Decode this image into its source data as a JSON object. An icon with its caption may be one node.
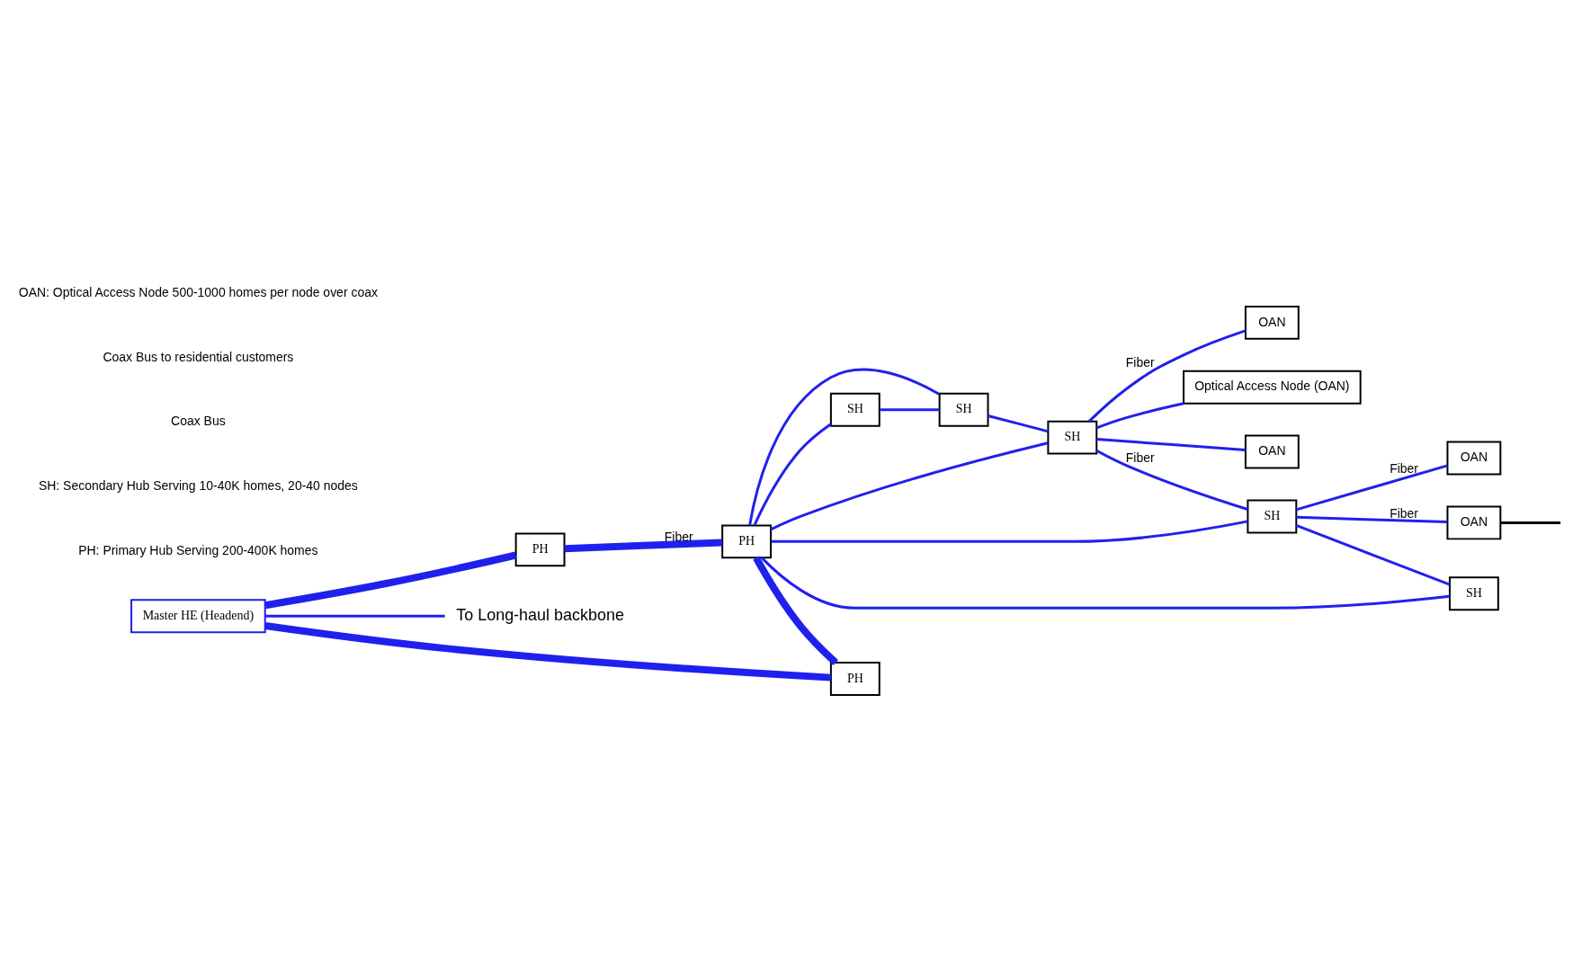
{
  "diagram": {
    "nodes": [
      {
        "text": [
          "Master HE (Headend)"
        ]
      },
      {
        "text": [
          "PH"
        ]
      },
      {
        "text": [
          "PH"
        ]
      },
      {
        "text": [
          "PH"
        ]
      },
      {
        "text": [
          "SH"
        ]
      },
      {
        "text": [
          "SH"
        ]
      },
      {
        "text": [
          "SH"
        ]
      },
      {
        "text": [
          "SH"
        ]
      },
      {
        "text": [
          "SH"
        ]
      },
      {
        "text": [
          "Optical Access Node (OAN)"
        ]
      },
      {
        "text": [
          "OAN"
        ]
      },
      {
        "text": [
          "OAN"
        ]
      },
      {
        "text": [
          "OAN"
        ]
      },
      {
        "text": [
          "OAN"
        ]
      },
      {
        "text": [
          "To Long-haul backbone"
        ]
      }
    ],
    "edges": [
      {
        "from": 0,
        "to": 14,
        "arrow": "none"
      },
      {
        "from": 0,
        "to": 1,
        "arrow": "none",
        "style": "thick"
      },
      {
        "from": 1,
        "to": 2,
        "arrow": "none",
        "style": "thick",
        "label": "Fiber"
      },
      {
        "from": 2,
        "to": 3,
        "arrow": "none",
        "style": "thick"
      },
      {
        "from": 3,
        "to": 0,
        "arrow": "none",
        "style": "thick"
      },
      {
        "from": 2,
        "to": 4,
        "arrow": "none"
      },
      {
        "from": 2,
        "to": 5,
        "arrow": "none"
      },
      {
        "from": 2,
        "to": 6,
        "arrow": "none"
      },
      {
        "from": 2,
        "to": 7,
        "arrow": "none"
      },
      {
        "from": 2,
        "to": 8,
        "arrow": "none"
      },
      {
        "from": 4,
        "to": 5,
        "arrow": "none"
      },
      {
        "from": 5,
        "to": 6,
        "arrow": "none"
      },
      {
        "from": 6,
        "to": 8,
        "arrow": "none",
        "label": "Fiber"
      },
      {
        "from": 8,
        "to": 7,
        "arrow": "none"
      },
      {
        "from": 6,
        "to": 9,
        "arrow": "none"
      },
      {
        "from": 6,
        "to": 10,
        "arrow": "none"
      },
      {
        "from": 6,
        "to": 11,
        "arrow": "none",
        "label": "Fiber"
      },
      {
        "from": 8,
        "to": 12,
        "arrow": "none",
        "label": "Fiber"
      },
      {
        "from": 8,
        "to": 13,
        "arrow": "none",
        "label": "Fiber"
      },
      {
        "from": 12,
        "to": null,
        "arrow": "none",
        "color": "#000000"
      }
    ],
    "labels": [
      "PH: Primary Hub Serving 200-400K homes",
      "SH: Secondary Hub Serving 10-40K homes, 20-40 nodes",
      "Coax Bus",
      "Coax Bus to residential customers",
      "OAN: Optical Access Node 500-1000 homes per node over coax"
    ]
  }
}
